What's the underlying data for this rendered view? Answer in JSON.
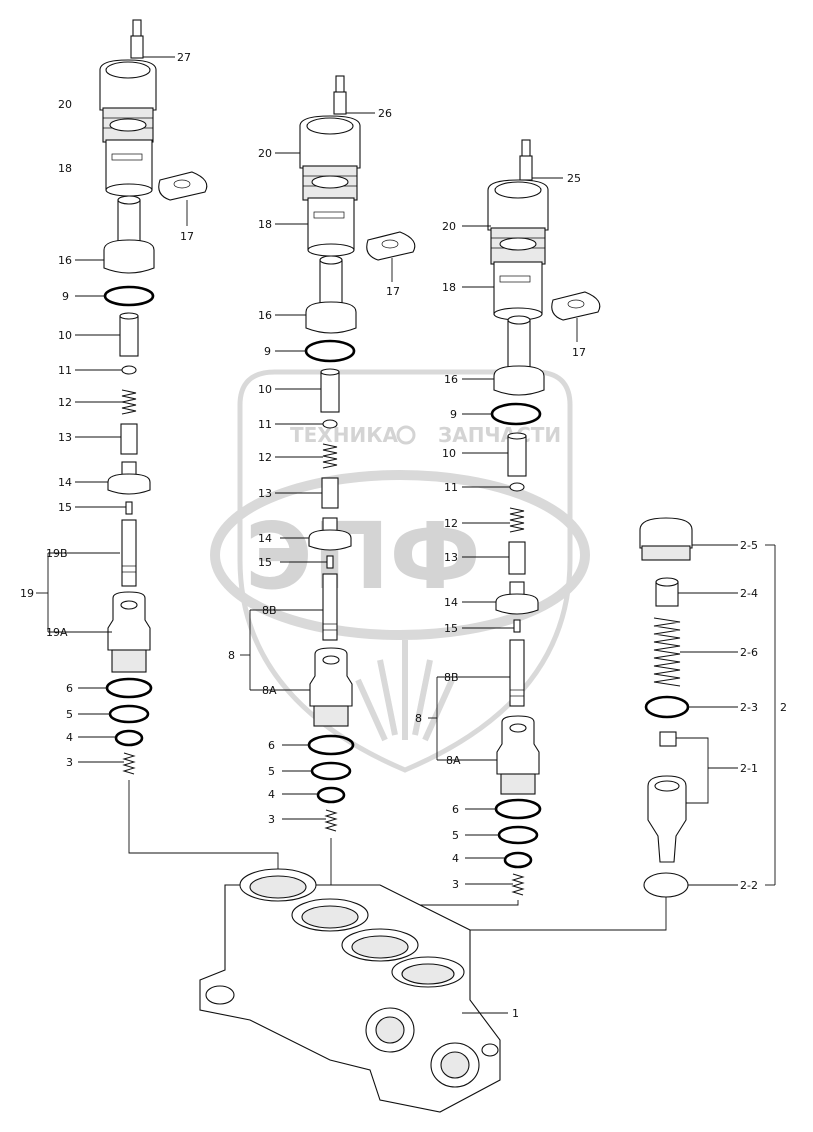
{
  "watermark": {
    "line1_left": "ТЕХНИКА",
    "line1_right": "ЗАПЧАСТИ",
    "big": "ЭПФ"
  },
  "labels": {
    "c1_27": "27",
    "c1_20": "20",
    "c1_18": "18",
    "c1_17": "17",
    "c1_16": "16",
    "c1_9": "9",
    "c1_10": "10",
    "c1_11": "11",
    "c1_12": "12",
    "c1_13": "13",
    "c1_14": "14",
    "c1_15": "15",
    "c1_19B": "19B",
    "c1_19": "19",
    "c1_19A": "19A",
    "c1_6": "6",
    "c1_5": "5",
    "c1_4": "4",
    "c1_3": "3",
    "c2_26": "26",
    "c2_20": "20",
    "c2_18": "18",
    "c2_17": "17",
    "c2_16": "16",
    "c2_9": "9",
    "c2_10": "10",
    "c2_11": "11",
    "c2_12": "12",
    "c2_13": "13",
    "c2_14": "14",
    "c2_15": "15",
    "c2_8B": "8B",
    "c2_8": "8",
    "c2_8A": "8A",
    "c2_6": "6",
    "c2_5": "5",
    "c2_4": "4",
    "c2_3": "3",
    "c3_25": "25",
    "c3_20": "20",
    "c3_18": "18",
    "c3_17": "17",
    "c3_16": "16",
    "c3_9": "9",
    "c3_10": "10",
    "c3_11": "11",
    "c3_12": "12",
    "c3_13": "13",
    "c3_14": "14",
    "c3_15": "15",
    "c3_8B": "8B",
    "c3_8": "8",
    "c3_8A": "8A",
    "c3_6": "6",
    "c3_5": "5",
    "c3_4": "4",
    "c3_3": "3",
    "c4_2_5": "2-5",
    "c4_2_4": "2-4",
    "c4_2_6": "2-6",
    "c4_2_3": "2-3",
    "c4_2": "2",
    "c4_2_1": "2-1",
    "c4_2_2": "2-2",
    "body_1": "1"
  }
}
